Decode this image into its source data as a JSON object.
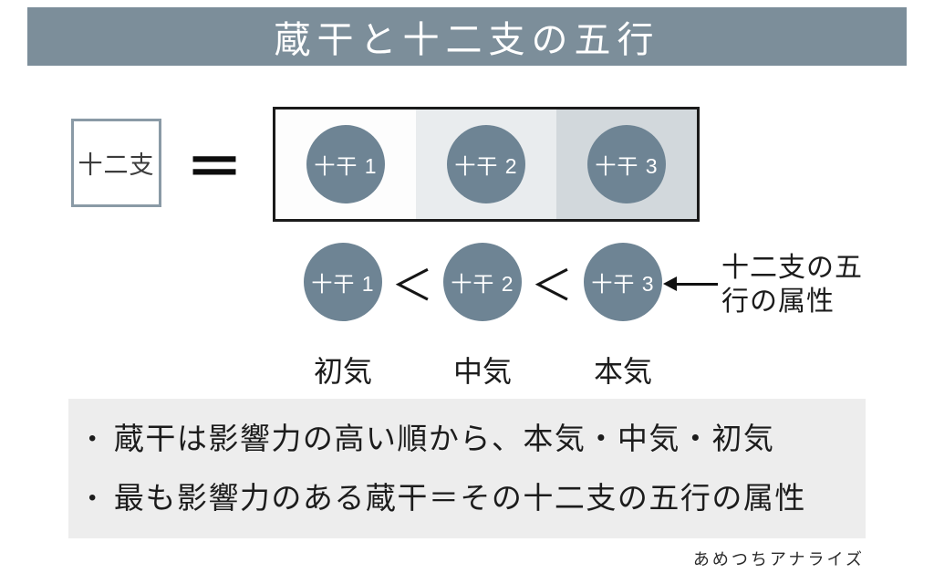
{
  "header": {
    "title": "蔵干と十二支の五行"
  },
  "diagram": {
    "zodiac_box_label": "十二支",
    "equals_sign": "＝",
    "row1_stems": [
      "十干 1",
      "十干 2",
      "十干 3"
    ],
    "row2_stems": [
      "十干 1",
      "十干 2",
      "十干 3"
    ],
    "comparison_sign": "＜",
    "annotation_lines": [
      "十二支の五",
      "行の属性"
    ],
    "stage_labels": [
      "初気",
      "中気",
      "本気"
    ]
  },
  "notes": {
    "bullet_marker": "•",
    "items": [
      "蔵干は影響力の高い順から、本気・中気・初気",
      "最も影響力のある蔵干＝その十二支の五行の属性"
    ]
  },
  "footer": {
    "credit": "あめつちアナライズ"
  },
  "colors": {
    "header_bg": "#7c8e9a",
    "box_border": "#8a9aa6",
    "circle_fill": "#6e8494",
    "panel_section_2": "#e9ecee",
    "panel_section_3": "#d2d8dc",
    "notes_bg": "#ededed"
  }
}
